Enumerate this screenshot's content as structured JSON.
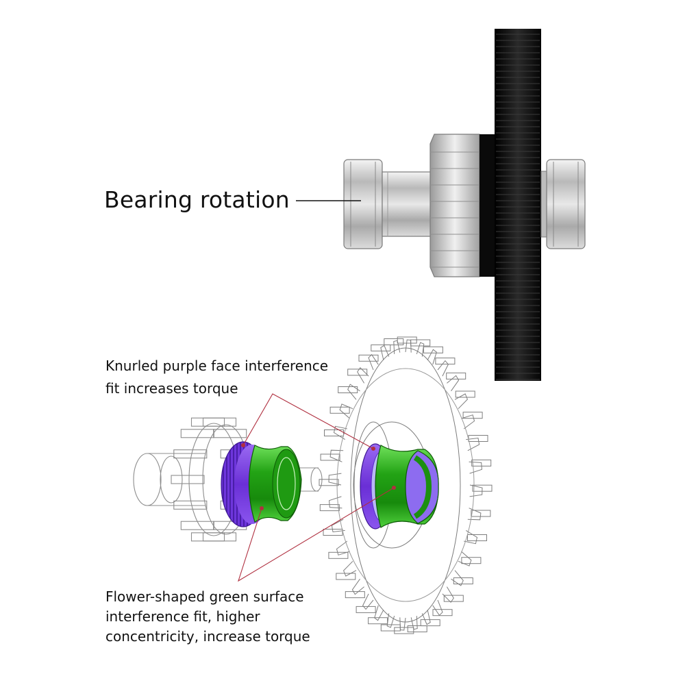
{
  "labels": {
    "bearing_rotation": "Bearing rotation",
    "knurled": {
      "line1": "Knurled purple face interference",
      "line2": "fit increases torque"
    },
    "flower": {
      "line1": "Flower-shaped green surface",
      "line2": "interference fit, higher",
      "line3": "concentricity, increase torque"
    }
  },
  "colors": {
    "background": "#ffffff",
    "purple_ring": "#7b3fe4",
    "green_hub": "#22a814",
    "spur_gear": "#111111",
    "bearing_silver": "#c8c8c8",
    "leader_line": "#b03040",
    "wireframe": "#8c8c8c"
  },
  "icons": [
    "bearing-icon",
    "spur-gear-icon",
    "pinion-gear-icon",
    "purple-knurled-ring-icon",
    "green-flower-hub-icon"
  ]
}
